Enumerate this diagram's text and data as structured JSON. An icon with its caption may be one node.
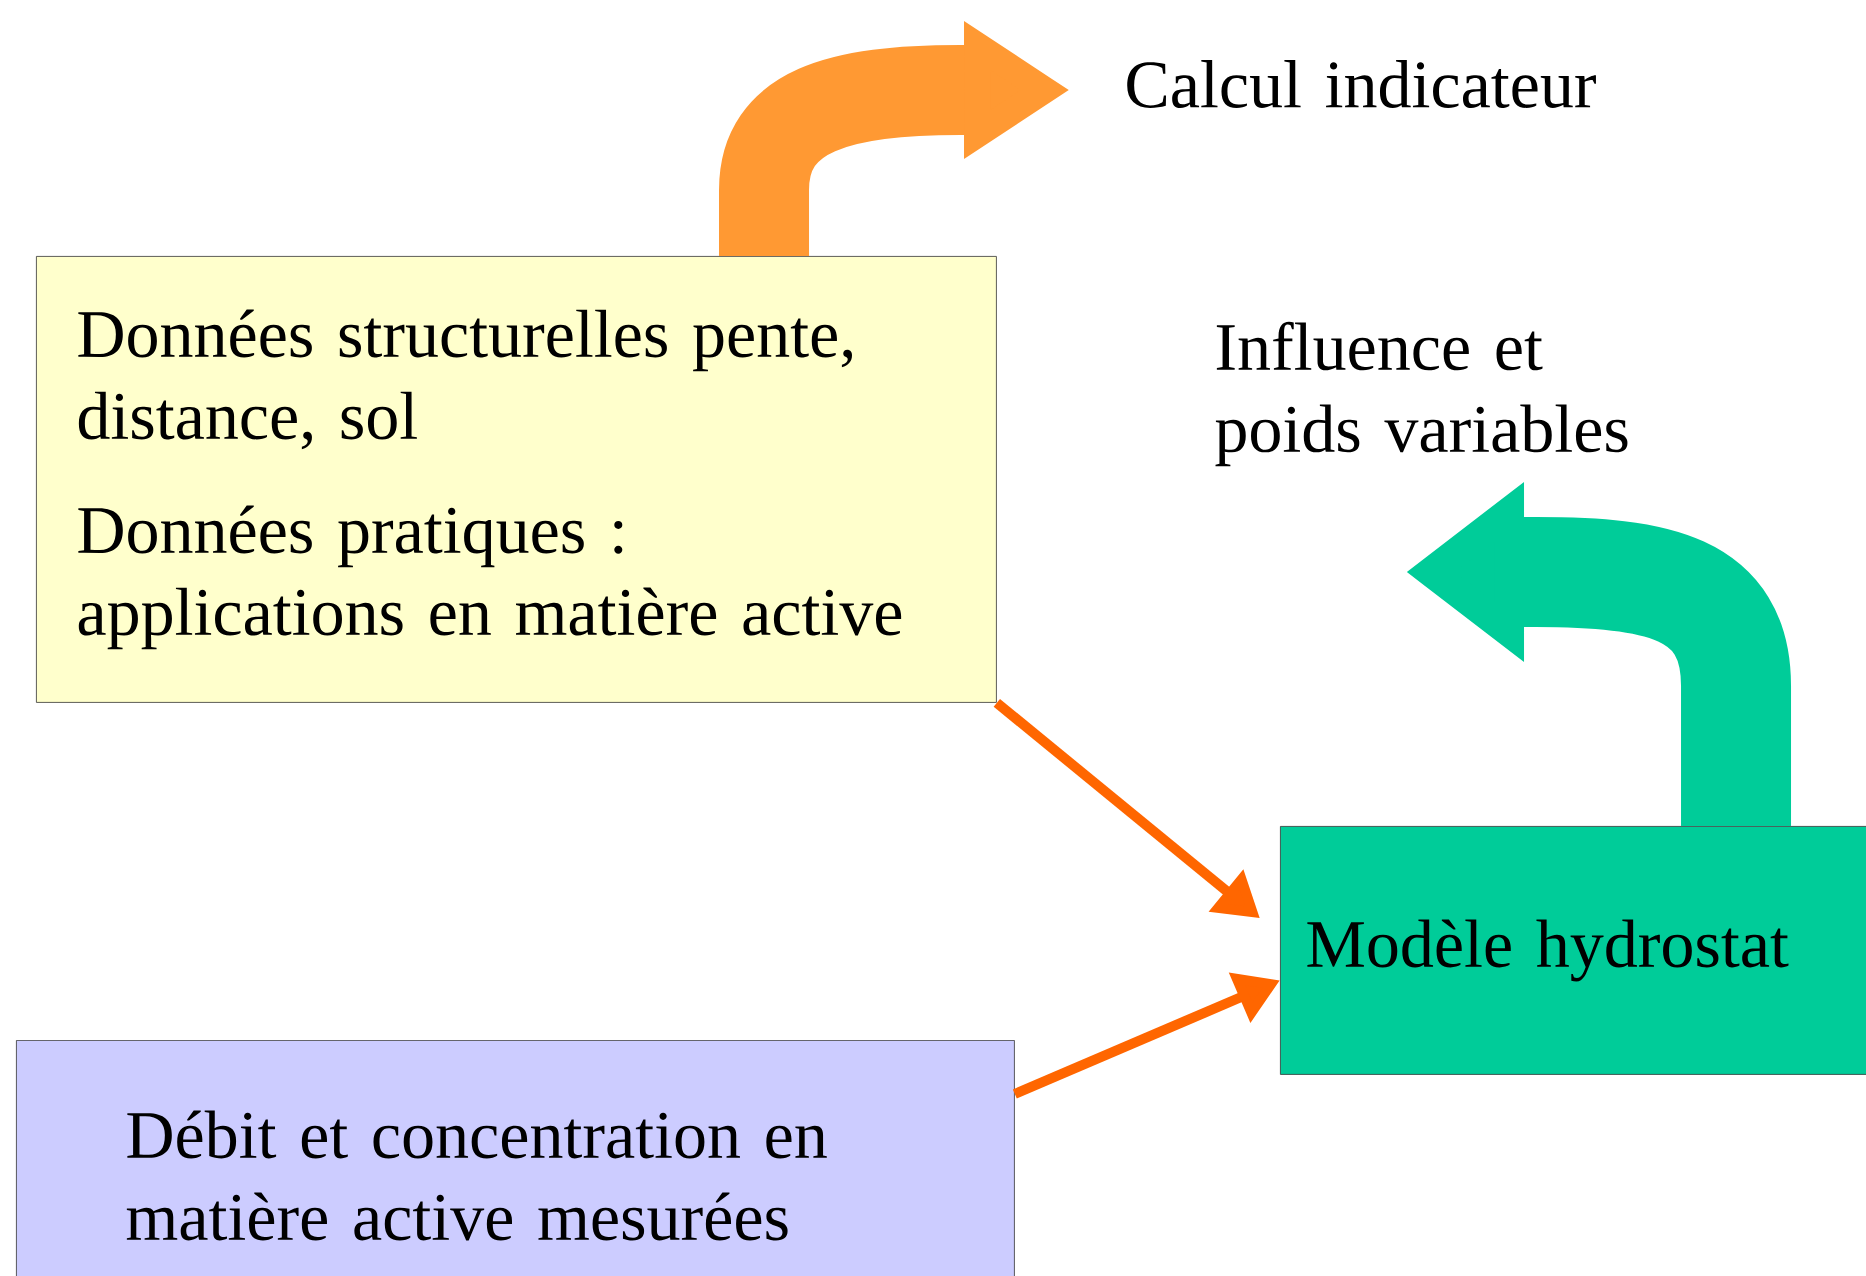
{
  "diagram": {
    "nodes": [
      {
        "text": [
          "Données structurelles pente, distance, sol",
          "Données pratiques : applications en matière active"
        ]
      },
      {
        "text": [
          "Calcul indicateur"
        ]
      },
      {
        "text": [
          "Influence et poids variables"
        ]
      },
      {
        "text": [
          "Modèle hydrostat"
        ]
      },
      {
        "text": [
          "Débit et concentration en matière active mesurées"
        ]
      }
    ],
    "edges": [
      {
        "from": 0,
        "to": 1,
        "arrow": "to",
        "style": "thick",
        "color": "#ff9933"
      },
      {
        "from": 0,
        "to": 3,
        "arrow": "to"
      },
      {
        "from": 4,
        "to": 3,
        "arrow": "to"
      },
      {
        "from": 3,
        "to": 2,
        "arrow": "to",
        "style": "thick",
        "color": "#00cc99"
      }
    ]
  }
}
